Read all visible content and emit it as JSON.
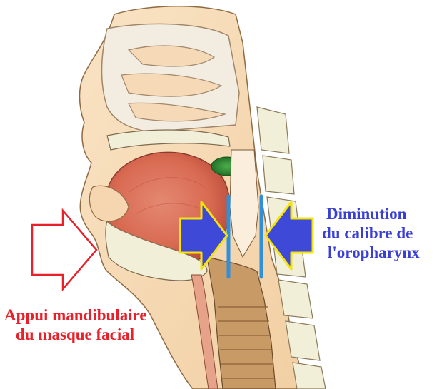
{
  "annotations": {
    "left_label": {
      "lines": [
        "Appui mandibulaire",
        "du masque facial"
      ],
      "color": "#e8202a"
    },
    "right_label": {
      "lines": [
        "Diminution",
        "du calibre de",
        "l'oropharynx"
      ],
      "color": "#3a3fd3"
    }
  },
  "colors": {
    "skin": "#f6dbb8",
    "bone": "#f2efd8",
    "tongue": "#d96a52",
    "cartilage": "#c89a66",
    "arrow_red": "#e8202a",
    "arrow_blue": "#3f49d8",
    "arrow_yellow_outline": "#f4e409",
    "airway_line": "#2f8fd8"
  },
  "icons": {
    "left_arrow": "red-outline-right-arrow-icon",
    "right_arrows": "blue-yellow-facing-arrows-icon"
  }
}
